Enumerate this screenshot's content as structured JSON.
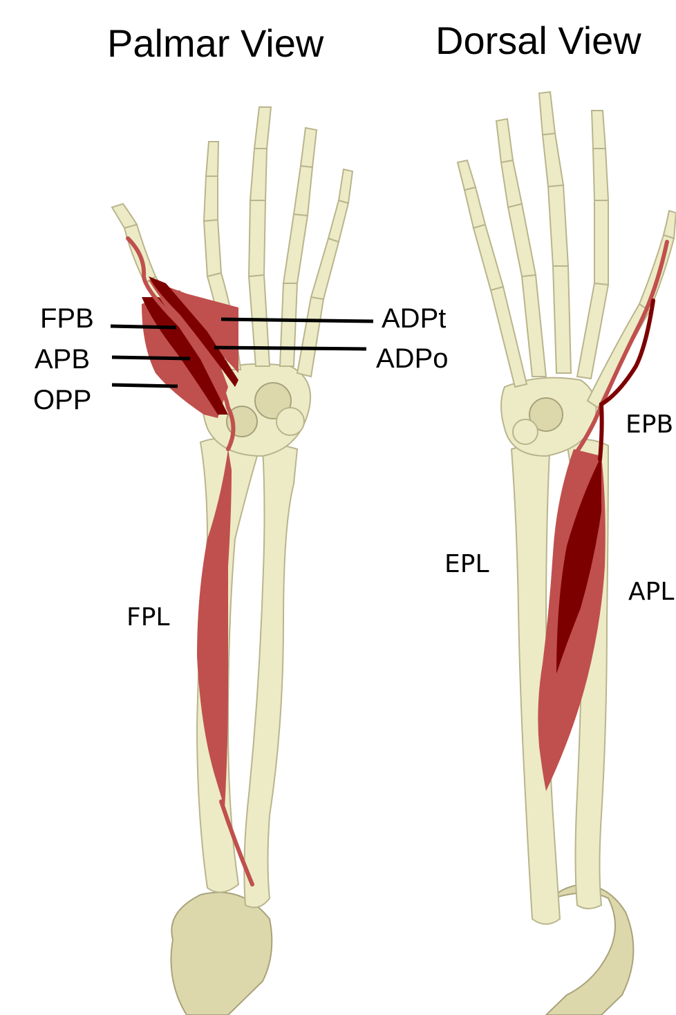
{
  "titles": {
    "palmar": "Palmar View",
    "dorsal": "Dorsal View"
  },
  "labels": {
    "fpb": "FPB",
    "apb": "APB",
    "opp": "OPP",
    "adpt": "ADPt",
    "adpo": "ADPo",
    "fpl": "FPL",
    "epl": "EPL",
    "epb": "EPB",
    "apl": "APL"
  },
  "colors": {
    "bone": "#ecebc6",
    "muscle_light": "#c0504d",
    "muscle_dark": "#7d0000"
  }
}
